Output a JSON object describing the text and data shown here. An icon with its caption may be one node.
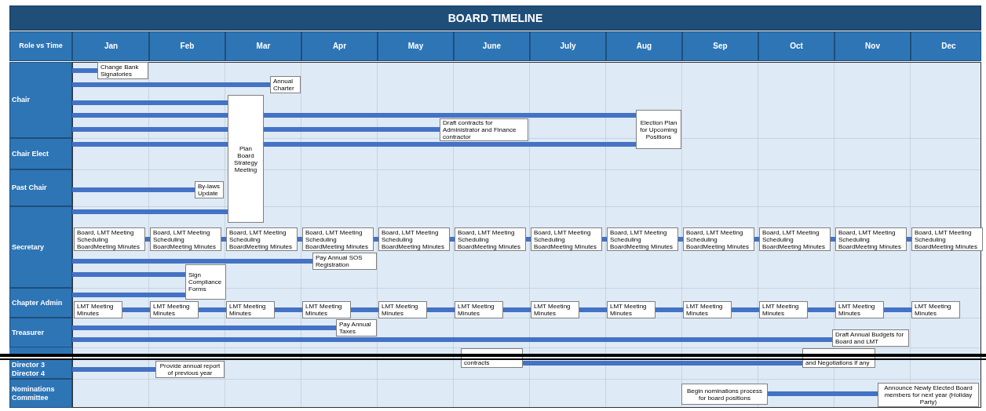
{
  "diagram": {
    "title": "BOARD TIMELINE",
    "nodes": [
      {
        "text": [
          "Change Bank Signatories"
        ]
      },
      {
        "text": [
          "Annual Charter"
        ]
      },
      {
        "text": [
          "Plan Board Strategy Meeting"
        ]
      },
      {
        "text": [
          "Election Plan for Upcoming Positions"
        ]
      },
      {
        "text": [
          "Draft contracts for Administrator and Finance contractor"
        ]
      },
      {
        "text": [
          "By-laws Update"
        ]
      },
      {
        "text": [
          "Board, LMT Meeting Scheduling BoardMeeting Minutes"
        ]
      },
      {
        "text": [
          "Board, LMT Meeting Scheduling BoardMeeting Minutes"
        ]
      },
      {
        "text": [
          "Board, LMT Meeting Scheduling BoardMeeting Minutes"
        ]
      },
      {
        "text": [
          "Board, LMT Meeting Scheduling BoardMeeting Minutes"
        ]
      },
      {
        "text": [
          "Board, LMT Meeting Scheduling BoardMeeting Minutes"
        ]
      },
      {
        "text": [
          "Board, LMT Meeting Scheduling BoardMeeting Minutes"
        ]
      },
      {
        "text": [
          "Board, LMT Meeting Scheduling BoardMeeting Minutes"
        ]
      },
      {
        "text": [
          "Board, LMT Meeting Scheduling BoardMeeting Minutes"
        ]
      },
      {
        "text": [
          "Board, LMT Meeting Scheduling BoardMeeting Minutes"
        ]
      },
      {
        "text": [
          "Board, LMT Meeting Scheduling BoardMeeting Minutes"
        ]
      },
      {
        "text": [
          "Board, LMT Meeting Scheduling BoardMeeting Minutes"
        ]
      },
      {
        "text": [
          "Board, LMT Meeting Scheduling BoardMeeting Minutes"
        ]
      },
      {
        "text": [
          "Pay Annual SOS Registration"
        ]
      },
      {
        "text": [
          "Sign Compliance Forms"
        ]
      },
      {
        "text": [
          "LMT Meeting Minutes"
        ]
      },
      {
        "text": [
          "LMT Meeting Minutes"
        ]
      },
      {
        "text": [
          "LMT Meeting Minutes"
        ]
      },
      {
        "text": [
          "LMT Meeting Minutes"
        ]
      },
      {
        "text": [
          "LMT Meeting Minutes"
        ]
      },
      {
        "text": [
          "LMT Meeting Minutes"
        ]
      },
      {
        "text": [
          "LMT Meeting Minutes"
        ]
      },
      {
        "text": [
          "LMT Meeting Minutes"
        ]
      },
      {
        "text": [
          "LMT Meeting Minutes"
        ]
      },
      {
        "text": [
          "LMT Meeting Minutes"
        ]
      },
      {
        "text": [
          "LMT Meeting Minutes"
        ]
      },
      {
        "text": [
          "LMT Meeting Minutes"
        ]
      },
      {
        "text": [
          "Pay Annual Taxes"
        ]
      },
      {
        "text": [
          "Draft Annual Budgets for Board and LMT"
        ]
      },
      {
        "text": [
          "contracts"
        ]
      },
      {
        "text": [
          "and Negotiations if any"
        ]
      },
      {
        "text": [
          "Provide annual report of previous year"
        ]
      },
      {
        "text": [
          "Begin nominations process for board positions"
        ]
      },
      {
        "text": [
          "Announce Newly Elected Board members for next year (Holiday Party)"
        ]
      },
      {
        "text": [
          "Chair"
        ]
      },
      {
        "text": [
          "Chair Elect"
        ]
      },
      {
        "text": [
          "Past Chair"
        ]
      },
      {
        "text": [
          "Secretary"
        ]
      },
      {
        "text": [
          "Chapter Admin"
        ]
      },
      {
        "text": [
          "Treasurer"
        ]
      },
      {
        "text": [
          "Director 3",
          "Director 4"
        ]
      },
      {
        "text": [
          "Nominations Committee"
        ]
      }
    ],
    "edges": [
      {
        "from": 39,
        "to": 0,
        "arrow": "none"
      },
      {
        "from": 39,
        "to": 1,
        "arrow": "none"
      },
      {
        "from": 39,
        "to": 2,
        "arrow": "none"
      },
      {
        "from": 2,
        "to": 3,
        "arrow": "none"
      },
      {
        "from": 2,
        "to": 4,
        "arrow": "none"
      },
      {
        "from": 2,
        "to": 3,
        "arrow": "none"
      },
      {
        "from": 41,
        "to": 5,
        "arrow": "none"
      },
      {
        "from": 42,
        "to": 2,
        "arrow": "none"
      },
      {
        "from": 6,
        "to": 7,
        "arrow": "none"
      },
      {
        "from": 7,
        "to": 8,
        "arrow": "none"
      },
      {
        "from": 8,
        "to": 9,
        "arrow": "none"
      },
      {
        "from": 9,
        "to": 10,
        "arrow": "none"
      },
      {
        "from": 10,
        "to": 11,
        "arrow": "none"
      },
      {
        "from": 11,
        "to": 12,
        "arrow": "none"
      },
      {
        "from": 12,
        "to": 13,
        "arrow": "none"
      },
      {
        "from": 13,
        "to": 14,
        "arrow": "none"
      },
      {
        "from": 14,
        "to": 15,
        "arrow": "none"
      },
      {
        "from": 15,
        "to": 16,
        "arrow": "none"
      },
      {
        "from": 16,
        "to": 17,
        "arrow": "none"
      },
      {
        "from": 42,
        "to": 18,
        "arrow": "none"
      },
      {
        "from": 42,
        "to": 19,
        "arrow": "none"
      },
      {
        "from": 43,
        "to": 19,
        "arrow": "none"
      },
      {
        "from": 20,
        "to": 21,
        "arrow": "none"
      },
      {
        "from": 21,
        "to": 22,
        "arrow": "none"
      },
      {
        "from": 22,
        "to": 23,
        "arrow": "none"
      },
      {
        "from": 23,
        "to": 24,
        "arrow": "none"
      },
      {
        "from": 24,
        "to": 25,
        "arrow": "none"
      },
      {
        "from": 25,
        "to": 26,
        "arrow": "none"
      },
      {
        "from": 26,
        "to": 27,
        "arrow": "none"
      },
      {
        "from": 27,
        "to": 28,
        "arrow": "none"
      },
      {
        "from": 28,
        "to": 29,
        "arrow": "none"
      },
      {
        "from": 29,
        "to": 30,
        "arrow": "none"
      },
      {
        "from": 30,
        "to": 31,
        "arrow": "none"
      },
      {
        "from": 44,
        "to": 32,
        "arrow": "none"
      },
      {
        "from": 44,
        "to": 33,
        "arrow": "none"
      },
      {
        "from": 34,
        "to": 35,
        "arrow": "none"
      },
      {
        "from": 45,
        "to": 36,
        "arrow": "none"
      },
      {
        "from": 37,
        "to": 38,
        "arrow": "none"
      },
      {
        "from": 39,
        "to": 2,
        "arrow": "none"
      },
      {
        "from": 39,
        "to": 2,
        "arrow": "none"
      },
      {
        "from": 40,
        "to": 2,
        "arrow": "none"
      }
    ],
    "labels": [
      "Role vs Time",
      "Jan",
      "Feb",
      "Mar",
      "Apr",
      "May",
      "June",
      "July",
      "Aug",
      "Sep",
      "Oct",
      "Nov",
      "Dec"
    ]
  }
}
